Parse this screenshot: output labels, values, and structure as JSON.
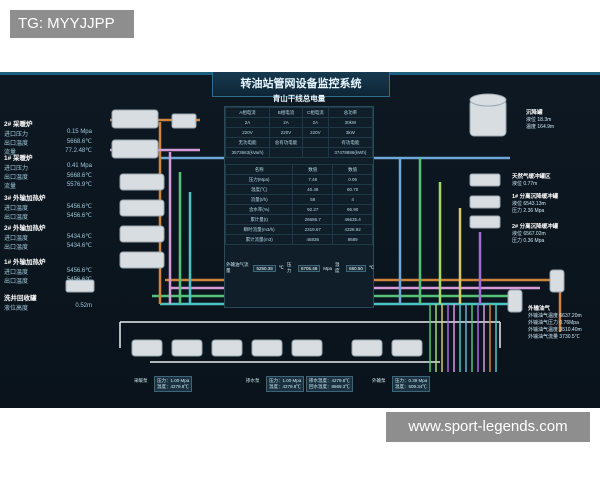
{
  "watermark_top": "TG: MYYJJPP",
  "watermark_bottom": "www.sport-legends.com",
  "header": {
    "title": "转油站管网设备监控系统"
  },
  "boilers": [
    {
      "name": "2# 采暖炉",
      "rows": [
        [
          "进口压力",
          "0.15 Mpa"
        ],
        [
          "出口温度",
          "5668.6℃"
        ],
        [
          "流量",
          "77.2.48℃"
        ]
      ]
    },
    {
      "name": "1# 采暖炉",
      "rows": [
        [
          "进口压力",
          "0.41 Mpa"
        ],
        [
          "出口温度",
          "5668.6℃"
        ],
        [
          "流量",
          "5576.9℃"
        ]
      ]
    },
    {
      "name": "3# 外输加热炉",
      "rows": [
        [
          "进口温度",
          "5456.6℃"
        ],
        [
          "出口温度",
          "5456.6℃"
        ]
      ]
    },
    {
      "name": "2# 外输加热炉",
      "rows": [
        [
          "进口温度",
          "5434.6℃"
        ],
        [
          "出口温度",
          "5434.6℃"
        ]
      ]
    },
    {
      "name": "1# 外输加热炉",
      "rows": [
        [
          "进口温度",
          "5456.6℃"
        ],
        [
          "出口温度",
          "5456.6℃"
        ]
      ]
    },
    {
      "name": "洗井回收罐",
      "rows": [
        [
          "液位高度",
          "0.52m"
        ]
      ]
    }
  ],
  "center": {
    "title": "青山干线总电量",
    "power_headers": [
      "A相电流",
      "B相电流",
      "C相电流",
      "总功率"
    ],
    "power_rows": [
      [
        "2A",
        "2A",
        "2A",
        "30kW"
      ],
      [
        "220V",
        "220V",
        "220V",
        "3kW"
      ]
    ],
    "energy_headers": [
      "无功电能",
      "总有功电能",
      "",
      "有功电能"
    ],
    "energy_rows": [
      [
        "3573663(kVarh)",
        "",
        "",
        "37478886(kWh)"
      ]
    ],
    "table2_headers": [
      "名称",
      "数值",
      "数值"
    ],
    "table2_rows": [
      [
        "压力(Mpa)",
        "7.48",
        "0.06"
      ],
      [
        "温度(℃)",
        "40.48",
        "60.70"
      ],
      [
        "流量(t/h)",
        "58",
        "4"
      ],
      [
        "含水率(%)",
        "92.27",
        "96.90"
      ],
      [
        "累计量(t)",
        "26686.7",
        "46635.4"
      ],
      [
        "瞬时流量(m3/h)",
        "2319.67",
        "4328.92"
      ],
      [
        "累计流量(m3)",
        "46836",
        "8689"
      ]
    ],
    "summary_label": "外输油气流量",
    "summary_value_1": "5250.39",
    "summary_unit_1": "℃",
    "summary_label_2": "压力",
    "summary_value_2": "6705.48",
    "summary_unit_2": "Mpa",
    "summary_label_3": "温度",
    "summary_value_3": "660.50",
    "summary_unit_3": "℃"
  },
  "right": {
    "tank_label": "沉降罐",
    "tank_rows": [
      [
        "液位",
        "18.3m"
      ],
      [
        "温度",
        "164.9m"
      ]
    ],
    "sep1_label": "天然气缓冲罐区",
    "sep1_rows": [
      [
        "液位",
        "0.77m"
      ]
    ],
    "sep2_label": "1# 分离沉降缓冲罐",
    "sep2_rows": [
      [
        "液位",
        "6543.13m"
      ],
      [
        "压力",
        "2.36 Mpa"
      ]
    ],
    "sep3_label": "2# 分离沉降缓冲罐",
    "sep3_rows": [
      [
        "液位",
        "6567.02m"
      ],
      [
        "压力",
        "0.36 Mpa"
      ]
    ],
    "gas_label": "外输油气",
    "gas_rows": [
      [
        "外输油气温度",
        "6637.20m"
      ],
      [
        "外输油气压力",
        "0.76Mpa"
      ],
      [
        "外输油气温度",
        "3510.40m"
      ],
      [
        "外输油气流量",
        "3730.5℃"
      ]
    ]
  },
  "bottom": {
    "group1": "采暖泵",
    "group1_box": [
      "压力：1.00 Mpa",
      "温度：4279.8℃"
    ],
    "group2": "掺水泵",
    "group2_box": [
      "压力：1.00 Mpa",
      "温度：4279.8℃"
    ],
    "group2_box2": [
      "掺水温度：4279.8℃",
      "回水温度：8669.3℃"
    ],
    "group3": "外输泵",
    "group3_box": [
      "压力：0.39 Mpa",
      "温度：509.34℃"
    ]
  },
  "colors": {
    "orange": "#d0843c",
    "green": "#55c27a",
    "pink": "#d79ad8",
    "teal": "#4ec3c6",
    "blue": "#6fa8d8",
    "yellow": "#d8c86a",
    "purple": "#a46ad8",
    "lime": "#a3d86a"
  }
}
